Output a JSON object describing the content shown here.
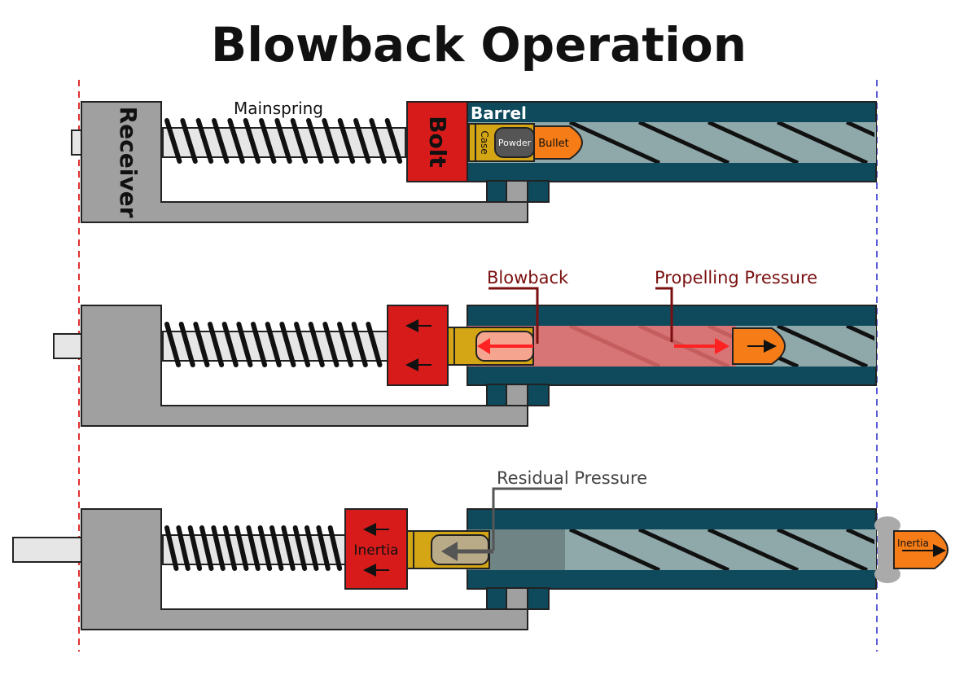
{
  "title": "Blowback Operation",
  "labels": {
    "receiver": "Receiver",
    "mainspring": "Mainspring",
    "bolt": "Bolt",
    "barrel": "Barrel",
    "case": "Case",
    "powder": "Powder",
    "bullet": "Bullet",
    "blowback": "Blowback",
    "propelling_pressure": "Propelling Pressure",
    "residual_pressure": "Residual Pressure",
    "inertia_bolt": "Inertia",
    "inertia_bullet": "Inertia"
  },
  "colors": {
    "receiver": "#a0a0a0",
    "barrel": "#0e4a5c",
    "bore": "#8fa9ab",
    "bolt": "#d71b1b",
    "case": "#d4a514",
    "powder": "#555555",
    "bullet": "#f57c16",
    "gas": "#e46b6b",
    "red_arrow": "#ff2222",
    "leader_dark_red": "#7a0f0f",
    "leader_gray": "#555555",
    "rod": "#e6e6e6",
    "left_guide": "#e03030",
    "right_guide": "#5a5ad8"
  },
  "icons": {
    "left_guide": "dashed-line",
    "right_guide": "dashed-line",
    "spring": "coil-spring",
    "arrow": "arrow-icon"
  }
}
